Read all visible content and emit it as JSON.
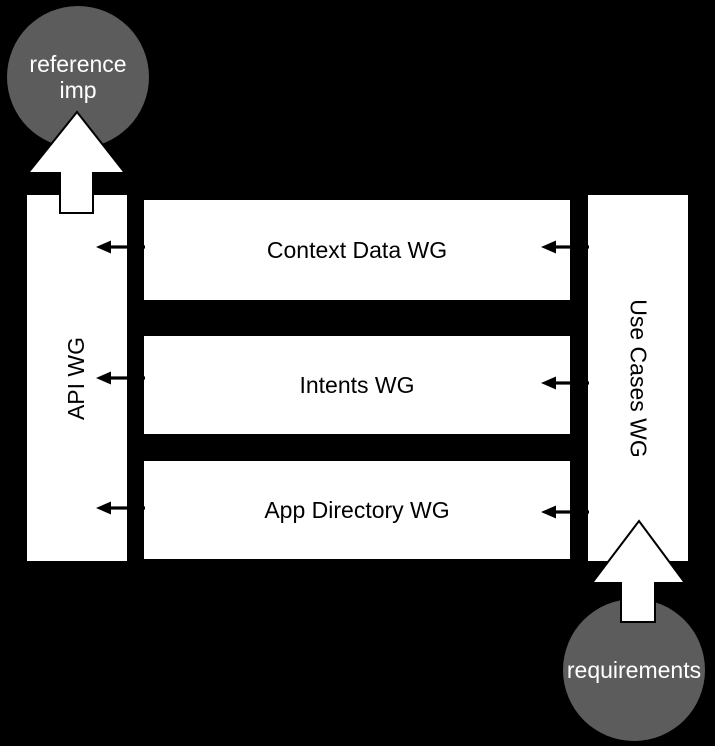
{
  "diagram": {
    "top_left_bubble": {
      "label": "reference imp"
    },
    "bottom_right_bubble": {
      "label": "requirements"
    },
    "left_bar": {
      "label": "API WG"
    },
    "right_bar": {
      "label": "Use Cases WG"
    },
    "boxes": [
      {
        "label": "Context Data WG"
      },
      {
        "label": "Intents WG"
      },
      {
        "label": "App Directory WG"
      }
    ],
    "colors": {
      "background": "#000000",
      "box_fill": "#ffffff",
      "box_text": "#000000",
      "bubble_fill": "#5c5c5c",
      "bubble_text": "#ffffff",
      "big_arrow_fill": "#ffffff",
      "big_arrow_outline": "#000000",
      "small_arrow": "#000000"
    }
  }
}
